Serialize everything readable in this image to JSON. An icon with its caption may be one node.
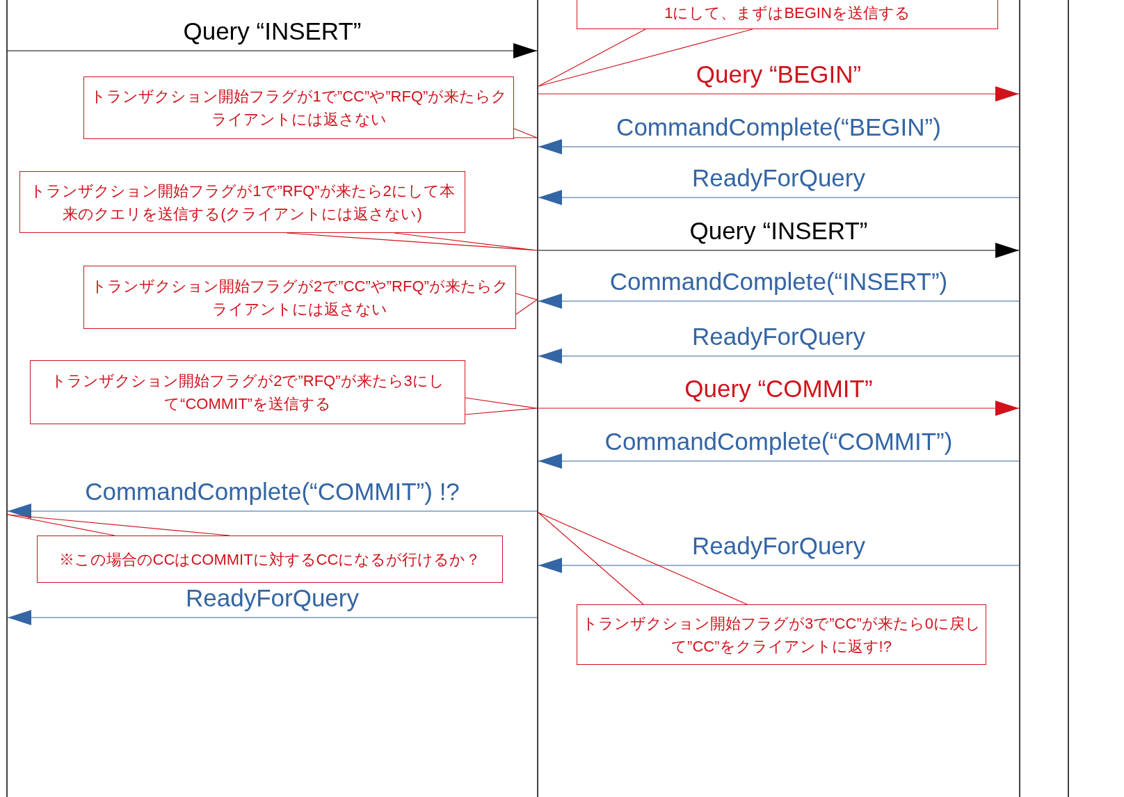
{
  "diagram": {
    "nodes": [
      {
        "text": [],
        "shape": "line"
      },
      {
        "text": [],
        "shape": "line"
      },
      {
        "text": [],
        "shape": "line"
      },
      {
        "text": [],
        "shape": "line"
      },
      {
        "text": [
          "1にして、まずはBEGINを送信する"
        ]
      },
      {
        "text": [
          "トランザクション開始フラグが1で”CC”や”RFQ”が来たらクライアントには返さない"
        ]
      },
      {
        "text": [
          "トランザクション開始フラグが1で”RFQ”が来たら2にして本来のクエリを送信する(クライアントには返さない)"
        ]
      },
      {
        "text": [
          "トランザクション開始フラグが2で”CC”や”RFQ”が来たらクライアントには返さない"
        ]
      },
      {
        "text": [
          "トランザクション開始フラグが2で”RFQ”が来たら3にして“COMMIT”を送信する"
        ]
      },
      {
        "text": [
          "※この場合のCCはCOMMITに対するCCになるが行けるか？"
        ]
      },
      {
        "text": [
          "トランザクション開始フラグが3で”CC”が来たら0に戻して”CC”をクライアントに返す!?"
        ]
      }
    ],
    "edges": [
      {
        "from": 0,
        "to": 1,
        "arrow": "to",
        "label": "Query “INSERT”",
        "color": "#000000"
      },
      {
        "from": 1,
        "to": 2,
        "arrow": "to",
        "label": "Query “BEGIN”"
      },
      {
        "from": 2,
        "to": 1,
        "arrow": "to",
        "label": "CommandComplete(“BEGIN”)",
        "color": "#3465a4"
      },
      {
        "from": 2,
        "to": 1,
        "arrow": "to",
        "label": "ReadyForQuery",
        "color": "#3465a4"
      },
      {
        "from": 1,
        "to": 2,
        "arrow": "to",
        "label": "Query “INSERT”",
        "color": "#000000"
      },
      {
        "from": 2,
        "to": 1,
        "arrow": "to",
        "label": "CommandComplete(“INSERT”)",
        "color": "#3465a4"
      },
      {
        "from": 2,
        "to": 1,
        "arrow": "to",
        "label": "ReadyForQuery",
        "color": "#3465a4"
      },
      {
        "from": 1,
        "to": 2,
        "arrow": "to",
        "label": "Query “COMMIT”"
      },
      {
        "from": 2,
        "to": 1,
        "arrow": "to",
        "label": "CommandComplete(“COMMIT”)",
        "color": "#3465a4"
      },
      {
        "from": 1,
        "to": 0,
        "arrow": "to",
        "label": "CommandComplete(“COMMIT”) !?",
        "color": "#3465a4"
      },
      {
        "from": 2,
        "to": 1,
        "arrow": "to",
        "label": "ReadyForQuery",
        "color": "#3465a4"
      },
      {
        "from": 1,
        "to": 0,
        "arrow": "to",
        "label": "ReadyForQuery",
        "color": "#3465a4"
      },
      {
        "from": 4,
        "to": 1,
        "arrow": "none"
      },
      {
        "from": 5,
        "to": 1,
        "arrow": "none"
      },
      {
        "from": 6,
        "to": 1,
        "arrow": "none"
      },
      {
        "from": 7,
        "to": 1,
        "arrow": "none"
      },
      {
        "from": 8,
        "to": 1,
        "arrow": "none"
      },
      {
        "from": 9,
        "to": 0,
        "arrow": "none"
      },
      {
        "from": 10,
        "to": 1,
        "arrow": "none"
      }
    ]
  }
}
